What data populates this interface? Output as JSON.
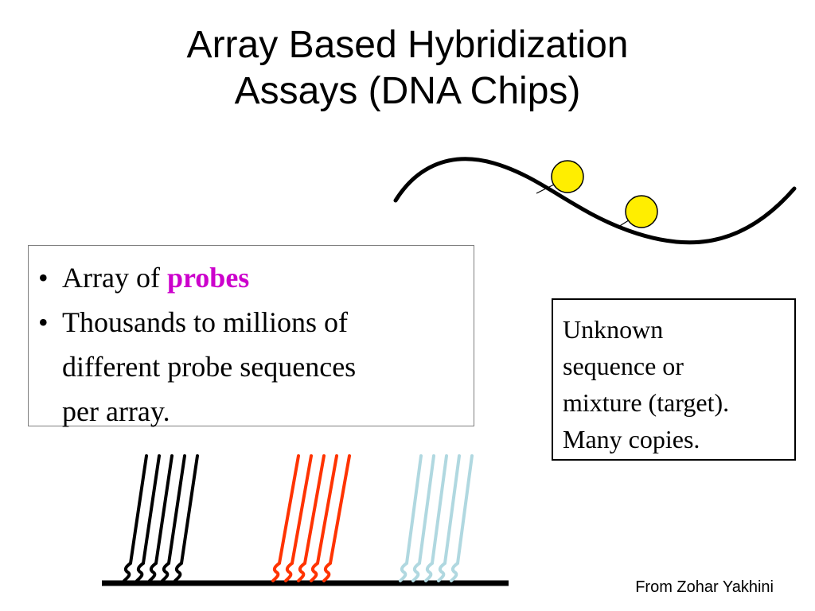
{
  "slide": {
    "title_lines": [
      "Array Based Hybridization",
      "Assays (DNA Chips)"
    ],
    "bullets": {
      "item1_text": "Array of",
      "item1_highlight": "probes",
      "item2_lines": [
        "Thousands to millions of",
        "different probe sequences",
        "per array."
      ]
    },
    "target_box_lines": [
      "Unknown",
      "sequence or",
      "mixture (target).",
      "Many copies."
    ],
    "credit": "From Zohar Yakhini"
  },
  "colors": {
    "highlight": "#cc00cc",
    "probe_group_1": "#000000",
    "probe_group_2": "#ff3300",
    "probe_group_3": "#b0d8e0",
    "label_circle": "#ffee00"
  }
}
